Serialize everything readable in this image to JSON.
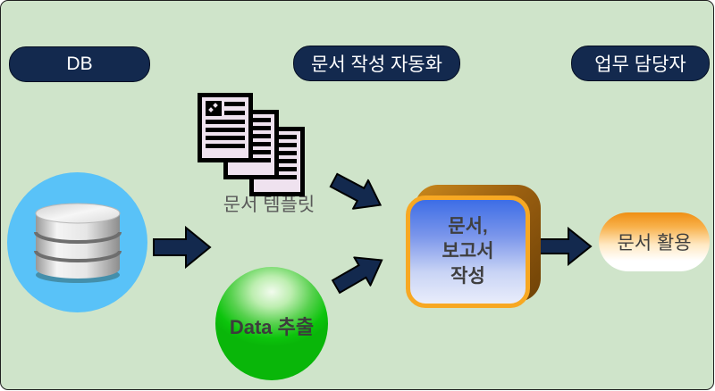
{
  "headers": [
    {
      "label": "DB"
    },
    {
      "label": "문서 작성 자동화"
    },
    {
      "label": "업무 담당자"
    }
  ],
  "nodes": {
    "template": {
      "label": "문서 템플릿"
    },
    "extract": {
      "label": "Data 추출"
    },
    "compose": {
      "text": "문서,\n보고서\n작성"
    },
    "usage": {
      "label": "문서 활용"
    }
  },
  "icons": {
    "database": "database-cylinder-icon",
    "documents": "document-stack-icon",
    "arrows": "flow-arrow-icon"
  },
  "colors": {
    "background": "#cfe4ca",
    "header_pill_navy": "#13294e",
    "arrow_navy": "#13294e",
    "db_circle_blue": "#59c2f8",
    "sphere_green": "#0cc40c",
    "box_border_orange": "#f7a823",
    "box_back_brown": "#9a5f10",
    "box_fill_blue_top": "#3d6de6",
    "usage_pill_orange": "#ef8f14",
    "document_fill": "#efe2ef"
  }
}
